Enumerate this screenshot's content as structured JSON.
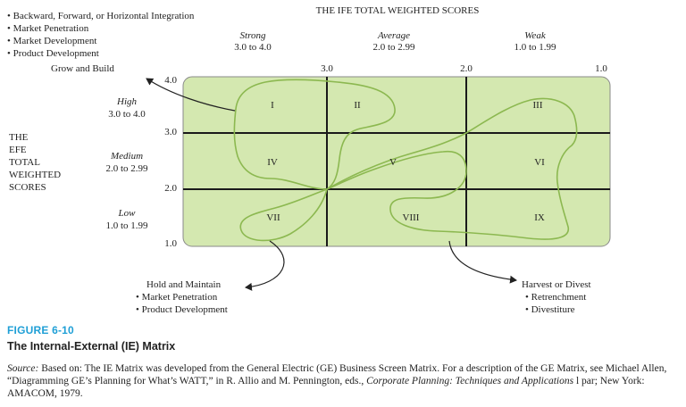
{
  "top_axis": {
    "title": "THE IFE TOTAL WEIGHTED SCORES",
    "columns": [
      {
        "label": "Strong",
        "range": "3.0 to 4.0"
      },
      {
        "label": "Average",
        "range": "2.0 to 2.99"
      },
      {
        "label": "Weak",
        "range": "1.0 to 1.99"
      }
    ],
    "ticks": [
      "3.0",
      "2.0",
      "1.0"
    ]
  },
  "left_axis": {
    "title_lines": [
      "THE",
      "EFE",
      "TOTAL",
      "WEIGHTED",
      "SCORES"
    ],
    "rows": [
      {
        "label": "High",
        "range": "3.0 to 4.0"
      },
      {
        "label": "Medium",
        "range": "2.0 to 2.99"
      },
      {
        "label": "Low",
        "range": "1.0 to 1.99"
      }
    ],
    "ticks": [
      "4.0",
      "3.0",
      "2.0",
      "1.0"
    ]
  },
  "cells": [
    "I",
    "II",
    "III",
    "IV",
    "V",
    "VI",
    "VII",
    "VIII",
    "IX"
  ],
  "strategies": {
    "grow": {
      "items": [
        "Backward, Forward, or Horizontal Integration",
        "Market Penetration",
        "Market Development",
        "Product Development"
      ],
      "title": "Grow and Build"
    },
    "hold": {
      "title": "Hold and Maintain",
      "items": [
        "Market Penetration",
        "Product Development"
      ]
    },
    "harvest": {
      "title": "Harvest or Divest",
      "items": [
        "Retrenchment",
        "Divestiture"
      ]
    }
  },
  "caption": {
    "figure_label": "FIGURE 6-10",
    "title": "The Internal-External (IE) Matrix",
    "source_prefix": "Source:",
    "source_body": " Based on: The IE Matrix was developed from the General Electric (GE) Business Screen Matrix. For a description of the GE Matrix, see Michael Allen, “Diagramming GE’s Planning for What’s WATT,” in R. Allio and M. Pennington, eds., ",
    "source_book": "Corporate Planning: Techniques and Applications",
    "source_tail": " l par; New York: AMACOM, 1979."
  },
  "colors": {
    "matrix_fill": "#d4e8b0",
    "outline_green": "#8cb850",
    "grid": "#1a1a1a",
    "figure_label": "#1f9fd6"
  }
}
